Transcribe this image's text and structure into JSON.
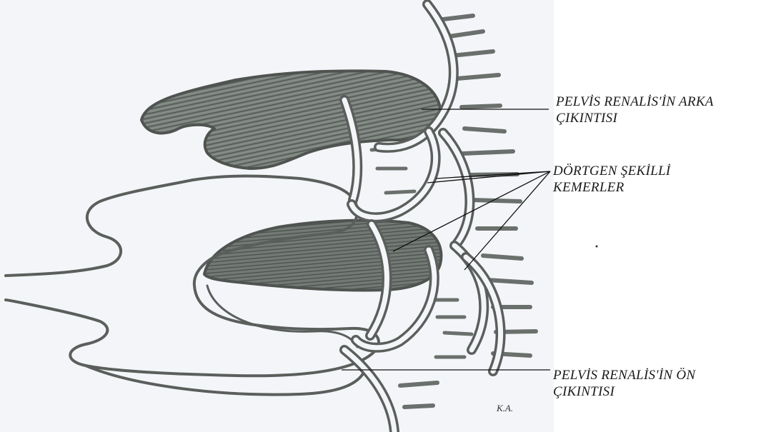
{
  "labels": {
    "posterior_projection": {
      "line1": "PELVİS RENALİS'İN ARKA",
      "line2": "ÇIKINTISI"
    },
    "quadrilateral_arches": {
      "line1": "DÖRTGEN ŞEKİLLİ",
      "line2": "KEMERLER"
    },
    "anterior_projection": {
      "line1": "PELVİS RENALİS'İN ÖN",
      "line2": "ÇIKINTISI"
    }
  },
  "signature": "K.A.",
  "colors": {
    "paper": "#f4f5f8",
    "pencil": "#5a5f5c",
    "shading": "#6e746f",
    "leader": "#111111"
  }
}
